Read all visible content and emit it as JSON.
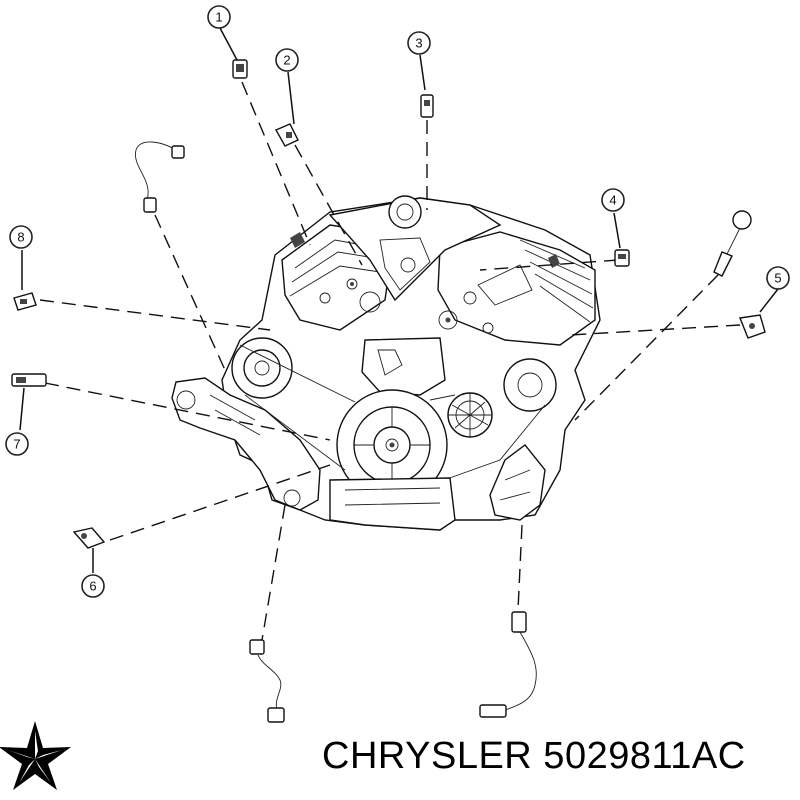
{
  "diagram": {
    "callouts": [
      {
        "number": "1",
        "part": "sensor"
      },
      {
        "number": "2",
        "part": "sensor"
      },
      {
        "number": "3",
        "part": "sensor"
      },
      {
        "number": "4",
        "part": "sensor"
      },
      {
        "number": "5",
        "part": "sensor"
      },
      {
        "number": "6",
        "part": "sensor"
      },
      {
        "number": "7",
        "part": "sensor"
      },
      {
        "number": "8",
        "part": "sensor"
      }
    ],
    "brand_mark": "chrysler-pentastar-logo",
    "caption": "CHRYSLER 5029811AC"
  }
}
